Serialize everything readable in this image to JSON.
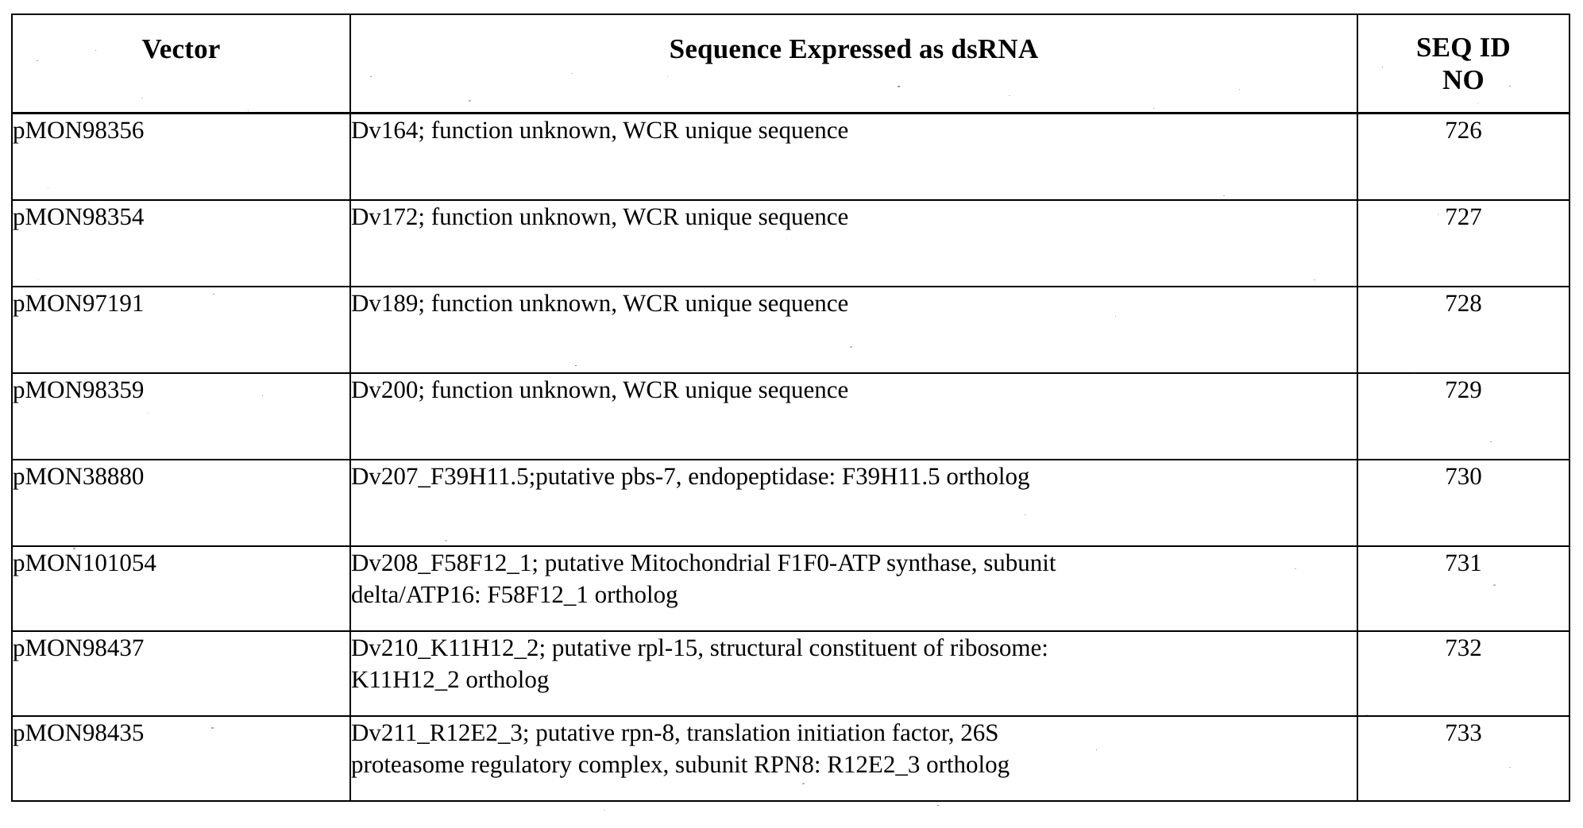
{
  "table": {
    "caption": "Vector / Sequence Expressed as dsRNA / SEQ ID NO",
    "headers": {
      "vector": "Vector",
      "sequence": "Sequence Expressed as dsRNA",
      "seq_id_line1": "SEQ ID",
      "seq_id_line2": "NO"
    },
    "rows": [
      {
        "vector": "pMON98356",
        "sequence_lines": [
          "Dv164; function unknown, WCR unique sequence"
        ],
        "seq_id": "726"
      },
      {
        "vector": "pMON98354",
        "sequence_lines": [
          "Dv172; function unknown, WCR unique sequence"
        ],
        "seq_id": "727"
      },
      {
        "vector": "pMON97191",
        "sequence_lines": [
          "Dv189; function unknown, WCR unique sequence"
        ],
        "seq_id": "728"
      },
      {
        "vector": "pMON98359",
        "sequence_lines": [
          "Dv200; function unknown, WCR unique sequence"
        ],
        "seq_id": "729"
      },
      {
        "vector": "pMON38880",
        "sequence_lines": [
          "Dv207_F39H11.5;putative pbs-7, endopeptidase: F39H11.5 ortholog"
        ],
        "seq_id": "730"
      },
      {
        "vector": "pMON101054",
        "sequence_lines": [
          "Dv208_F58F12_1; putative Mitochondrial F1F0-ATP synthase, subunit",
          "delta/ATP16: F58F12_1 ortholog"
        ],
        "seq_id": "731"
      },
      {
        "vector": "pMON98437",
        "sequence_lines": [
          "Dv210_K11H12_2; putative rpl-15, structural constituent of ribosome:",
          "K11H12_2 ortholog"
        ],
        "seq_id": "732"
      },
      {
        "vector": "pMON98435",
        "sequence_lines": [
          "Dv211_R12E2_3; putative rpn-8, translation initiation factor, 26S",
          "proteasome regulatory complex, subunit RPN8: R12E2_3 ortholog"
        ],
        "seq_id": "733"
      }
    ]
  }
}
